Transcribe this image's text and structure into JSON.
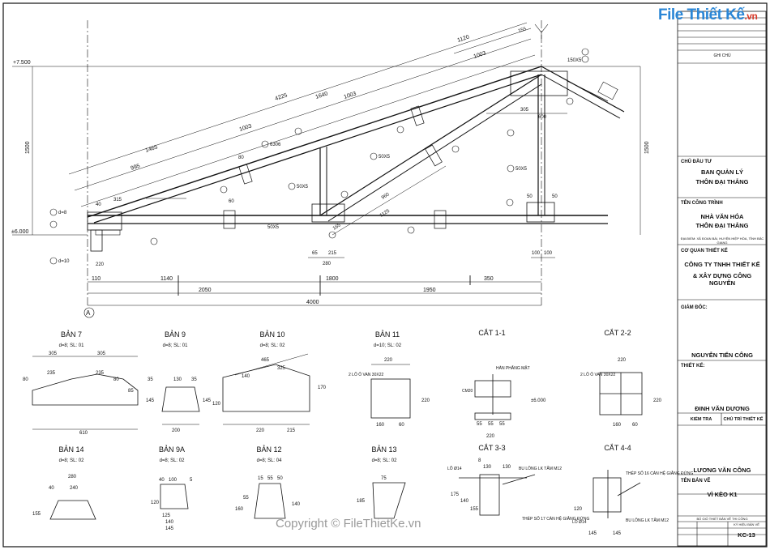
{
  "logo": {
    "text": "File Thiết Kế",
    "suffix": ".vn"
  },
  "watermark": "Copyright © FileThietKe.vn",
  "truss": {
    "levels": {
      "top": "+7.500",
      "bottom": "±6.000"
    },
    "top_dims": [
      "4225",
      "1120",
      "155",
      "1640",
      "1003",
      "1003",
      "1465",
      "1003",
      "995"
    ],
    "height_dims": [
      "1500",
      "1500"
    ],
    "bottom_dims_row1": [
      "110",
      "1140",
      "1800",
      "350"
    ],
    "bottom_dims_row2": [
      "2050",
      "1950"
    ],
    "bottom_total": "4000",
    "axis_label": "A",
    "small_dims": [
      "315",
      "220",
      "65",
      "215",
      "280",
      "100",
      "100",
      "305",
      "600",
      "960",
      "1125",
      "165",
      "40",
      "60",
      "80",
      "50",
      "50"
    ],
    "callouts": [
      "d=8",
      "d=10",
      "6306",
      "50X5",
      "50X5",
      "50X5",
      "50X5",
      "150X5"
    ]
  },
  "details": [
    {
      "title": "BẢN 7",
      "spec": "d=8; SL: 01",
      "dims": [
        "305",
        "305",
        "235",
        "235",
        "80",
        "80",
        "610",
        "145",
        "85"
      ]
    },
    {
      "title": "BẢN 9",
      "spec": "d=8; SL: 01",
      "dims": [
        "35",
        "130",
        "35",
        "200",
        "145"
      ]
    },
    {
      "title": "BẢN 10",
      "spec": "d=8; SL: 02",
      "dims": [
        "465",
        "140",
        "325",
        "220",
        "215",
        "170",
        "120"
      ]
    },
    {
      "title": "BẢN 11",
      "spec": "d=10; SL: 02",
      "dims": [
        "220",
        "160",
        "60",
        "220",
        "2 LỖ Ô VAN 30X22"
      ]
    },
    {
      "title": "CẮT 1-1",
      "spec": "",
      "dims": [
        "HÀN PHẲNG MẶT",
        "CM20",
        "±6.000",
        "55",
        "55",
        "55",
        "220"
      ]
    },
    {
      "title": "CẮT 2-2",
      "spec": "",
      "dims": [
        "220",
        "2 LỖ Ô VAN 30X22",
        "160",
        "60",
        "220"
      ]
    },
    {
      "title": "BẢN 14",
      "spec": "d=8; SL: 02",
      "dims": [
        "280",
        "40",
        "240",
        "155"
      ]
    },
    {
      "title": "BẢN 9A",
      "spec": "d=8; SL: 02",
      "dims": [
        "40",
        "100",
        "5",
        "125",
        "140",
        "145",
        "120"
      ]
    },
    {
      "title": "BẢN 12",
      "spec": "d=8; SL: 04",
      "dims": [
        "15",
        "55",
        "50",
        "160",
        "55",
        "140"
      ]
    },
    {
      "title": "BẢN 13",
      "spec": "d=8; SL: 02",
      "dims": [
        "185",
        "75"
      ]
    },
    {
      "title": "CẮT 3-3",
      "spec": "",
      "dims": [
        "LỖ Ø14",
        "130",
        "8",
        "130",
        "BU LÔNG LK TẤM M12",
        "THÉP SỐ 17 CÁN HỆ GIẰNG ĐỨNG",
        "175",
        "140",
        "155"
      ]
    },
    {
      "title": "CẮT 4-4",
      "spec": "",
      "dims": [
        "THÉP SỐ 16 CÁN HỆ GIẰNG ĐỨNG",
        "BU LÔNG LK TẤM M12",
        "LỖ Ø14",
        "145",
        "145",
        "120"
      ]
    }
  ],
  "title_block": {
    "owner_label": "CHỦ ĐẦU TƯ",
    "owner": [
      "BAN QUẢN LÝ",
      "THÔN ĐẠI THẮNG"
    ],
    "project_label": "TÊN CÔNG TRÌNH",
    "project": [
      "NHÀ VĂN HÓA",
      "THÔN ĐẠI THẮNG"
    ],
    "address": "ĐỊA ĐIỂM: XÃ ĐOAN BÁI, HUYỆN HIỆP HÒA, TỈNH BẮC GIANG",
    "designer_label": "CƠ QUAN THIẾT KẾ",
    "designer": [
      "CÔNG TY TNHH THIẾT KẾ",
      "& XÂY DỰNG CÔNG NGUYÊN"
    ],
    "director_label": "GIÁM ĐỐC:",
    "director": "NGUYỄN TIẾN CÔNG",
    "design_label": "THIẾT KẾ:",
    "design_person": "ĐINH VĂN DƯƠNG",
    "check_label": "KIỂM TRA",
    "chief_label": "CHỦ TRÌ THIẾT KẾ",
    "check_person": "LƯƠNG VĂN CÔNG",
    "drawing_label": "TÊN BẢN VẼ",
    "drawing_name": "VÌ KÈO K1",
    "drawing_desc": "BỐ GIÓ THIẾT BẢN VẼ THI CÔNG",
    "sheet_label": "KÝ HIỆU BẢN VẼ",
    "sheet_no": "KC-13",
    "note": "GHI CHÚ"
  },
  "colors": {
    "line": "#111111",
    "logo_blue": "#2a86d6",
    "logo_red": "#d83a2a"
  }
}
